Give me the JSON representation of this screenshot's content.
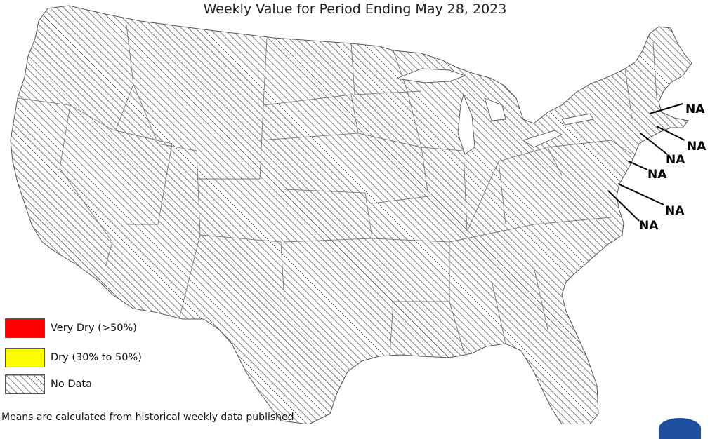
{
  "title": "Weekly Value for Period Ending May 28, 2023",
  "legend": [
    {
      "label": "Very Dry (>50%)",
      "color": "#ff0000"
    },
    {
      "label": "Dry (30% to 50%)",
      "color": "#ffff00"
    },
    {
      "label": "No Data",
      "color": "hatch"
    }
  ],
  "na_labels": [
    "NA",
    "NA",
    "NA",
    "NA",
    "NA",
    "NA"
  ],
  "footnote": "Means are calculated from historical weekly data published",
  "colors": {
    "hatch_line": "#333333",
    "border": "#555555",
    "logo": "#1f4e9c"
  }
}
